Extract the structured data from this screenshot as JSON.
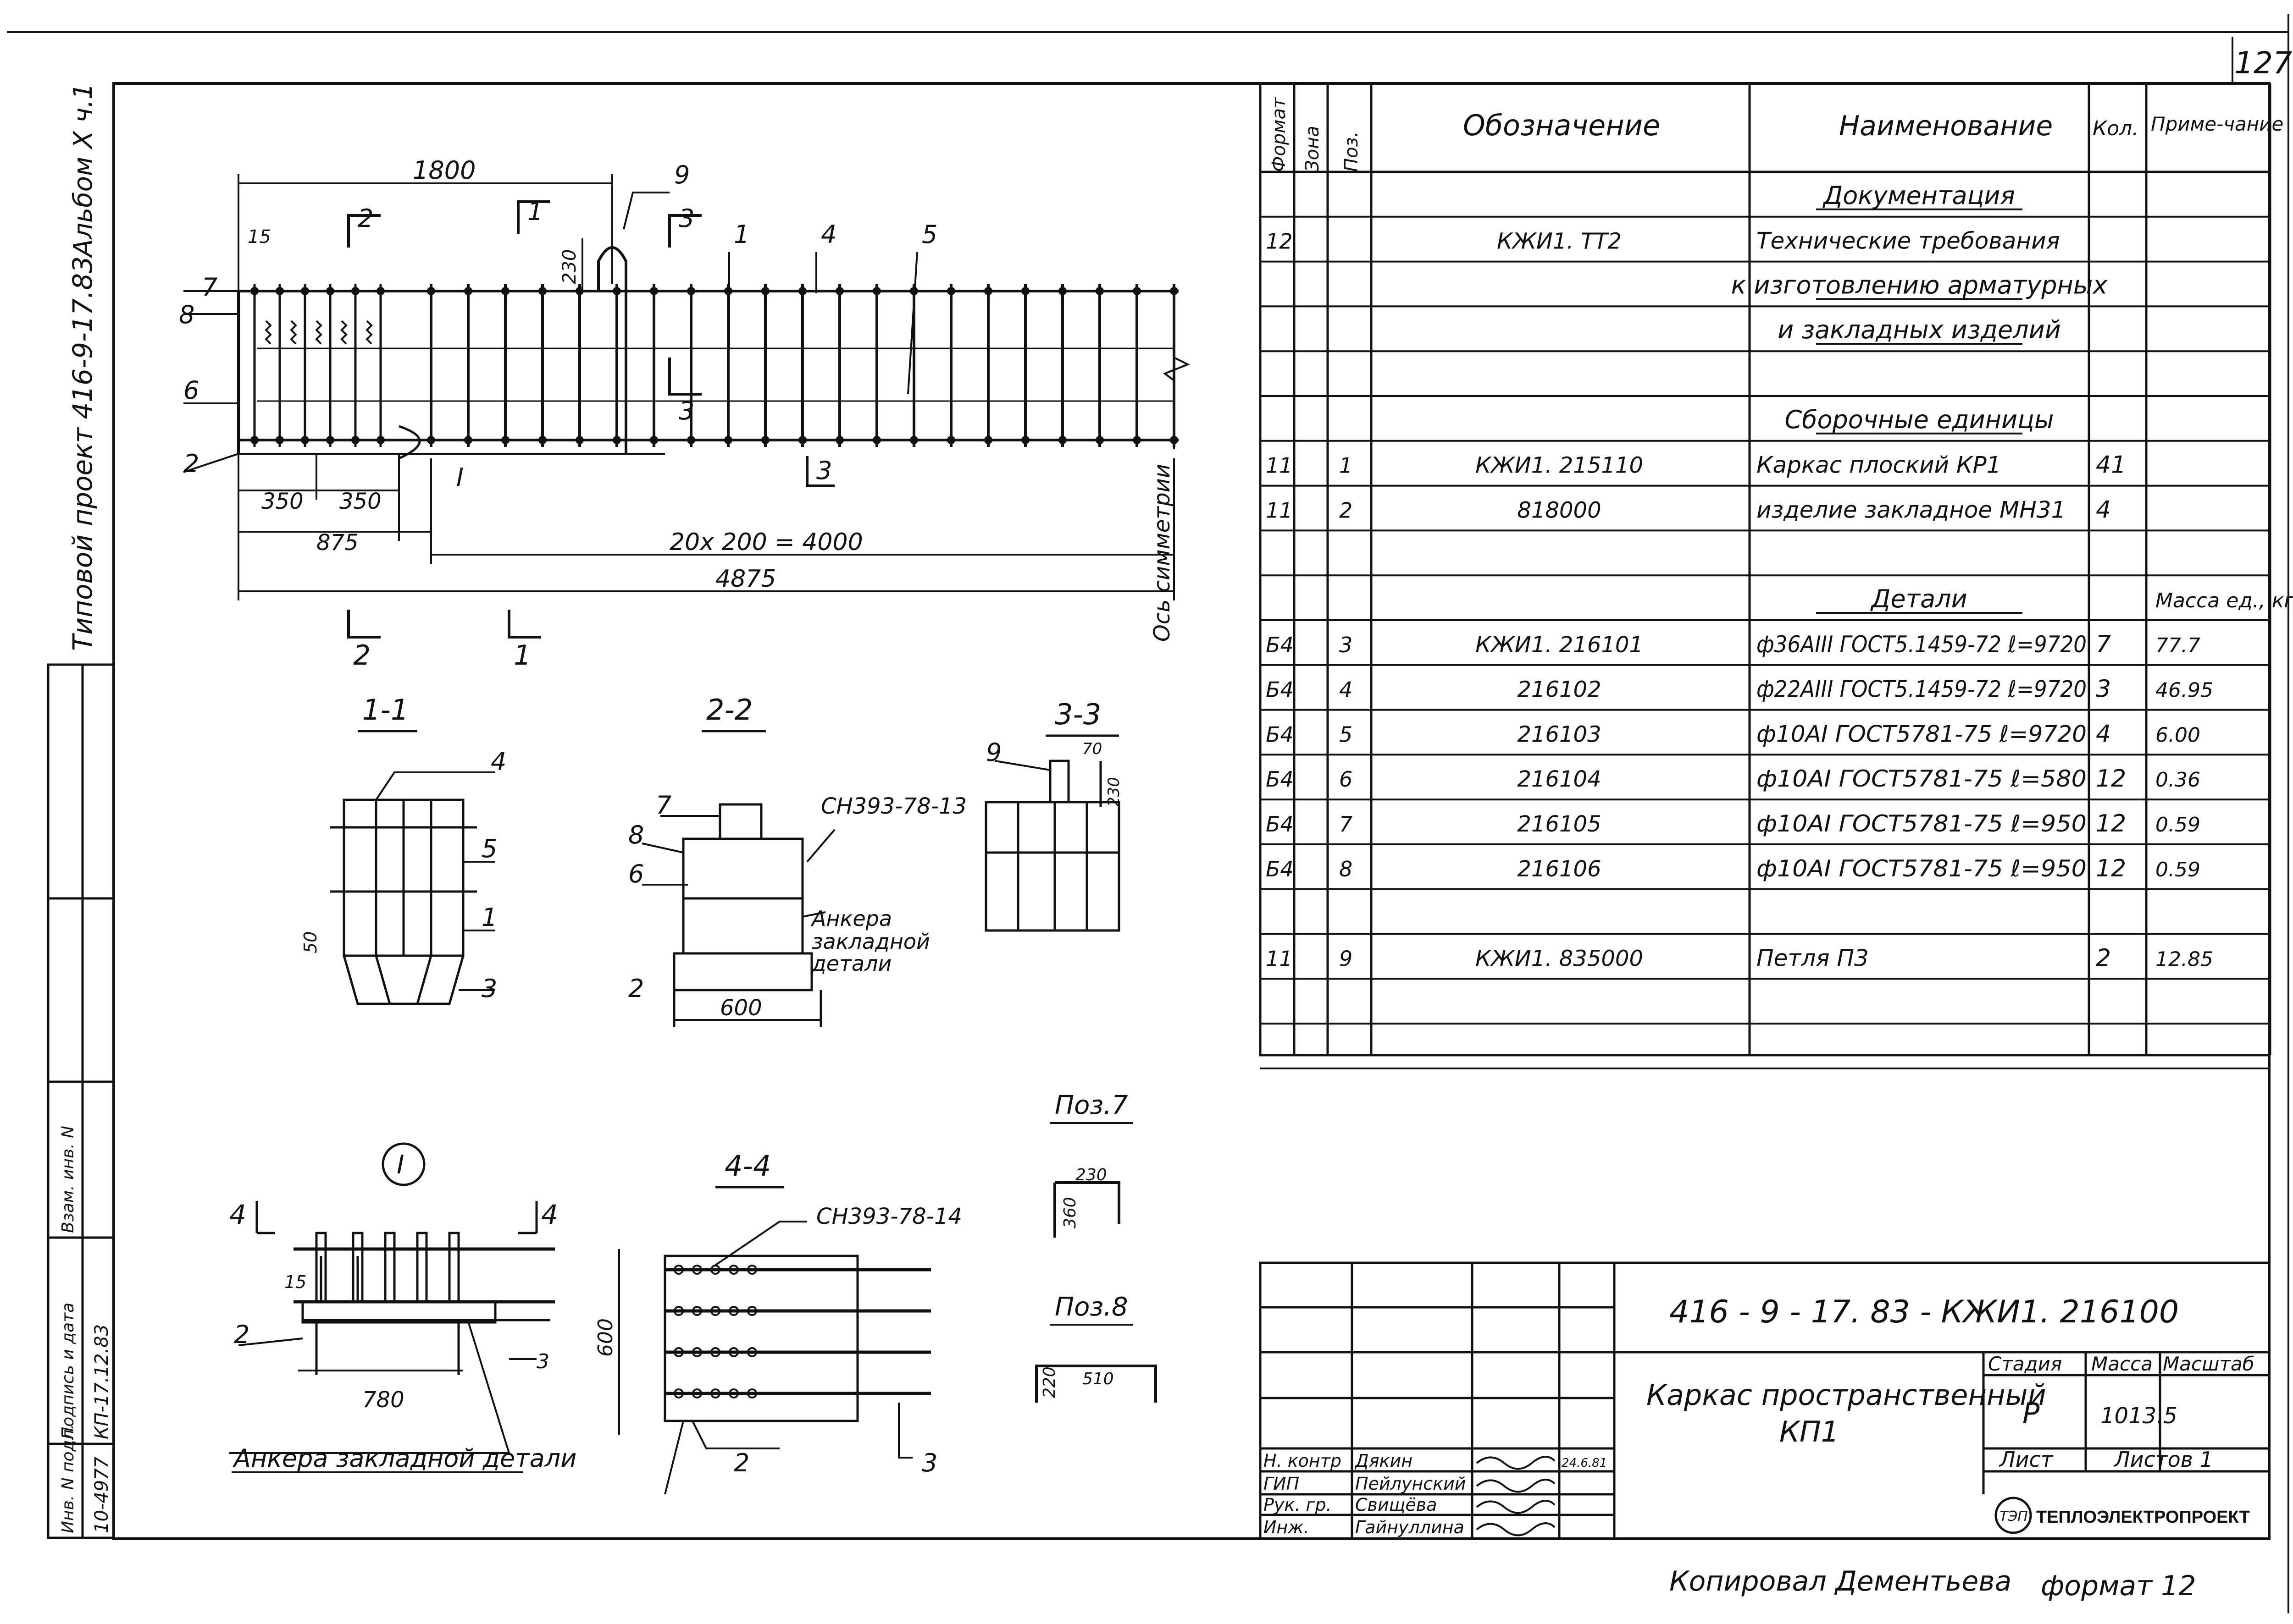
{
  "sheet": {
    "number": "127",
    "side_album": "Альбом Х ч.1",
    "side_project": "Типовой проект 416-9-17.83",
    "copied_by": "Копировал Дементьева",
    "format": "формат 12"
  },
  "side_stamp": {
    "inv_podl_label": "Инв. N подл.",
    "inv_podl_value": "10-4977",
    "podpis_label": "Подпись и дата",
    "podpis_value": "КП-17.12.83",
    "vzam_label": "Взам. инв. N"
  },
  "spec": {
    "headers": {
      "format": "Формат",
      "zone": "Зона",
      "pos": "Поз.",
      "designation": "Обозначение",
      "name": "Наименование",
      "qty": "Кол.",
      "note": "Приме-чание"
    },
    "rows": [
      {
        "format": "",
        "pos": "",
        "designation": "",
        "name": "Документация",
        "qty": "",
        "note": ""
      },
      {
        "format": "12",
        "pos": "",
        "designation": "КЖИ1. ТТ2",
        "name": "Технические требования",
        "qty": "",
        "note": ""
      },
      {
        "format": "",
        "pos": "",
        "designation": "",
        "name": "к изготовлению арматурных",
        "qty": "",
        "note": ""
      },
      {
        "format": "",
        "pos": "",
        "designation": "",
        "name": "и закладных изделий",
        "qty": "",
        "note": ""
      },
      {
        "format": "",
        "pos": "",
        "designation": "",
        "name": "",
        "qty": "",
        "note": ""
      },
      {
        "format": "",
        "pos": "",
        "designation": "",
        "name": "Сборочные единицы",
        "qty": "",
        "note": ""
      },
      {
        "format": "11",
        "pos": "1",
        "designation": "КЖИ1. 215110",
        "name": "Каркас плоский КР1",
        "qty": "41",
        "note": ""
      },
      {
        "format": "11",
        "pos": "2",
        "designation": "818000",
        "name": "изделие закладное МН31",
        "qty": "4",
        "note": ""
      },
      {
        "format": "",
        "pos": "",
        "designation": "",
        "name": "",
        "qty": "",
        "note": ""
      },
      {
        "format": "",
        "pos": "",
        "designation": "",
        "name": "Детали",
        "qty": "",
        "note": "Масса ед., кг"
      },
      {
        "format": "Б4",
        "pos": "3",
        "designation": "КЖИ1. 216101",
        "name": "ф36АIII ГОСТ5.1459-72 ℓ=9720",
        "qty": "7",
        "note": "77.7"
      },
      {
        "format": "Б4",
        "pos": "4",
        "designation": "216102",
        "name": "ф22АIII ГОСТ5.1459-72 ℓ=9720",
        "qty": "3",
        "note": "46.95"
      },
      {
        "format": "Б4",
        "pos": "5",
        "designation": "216103",
        "name": "ф10АI ГОСТ5781-75 ℓ=9720",
        "qty": "4",
        "note": "6.00"
      },
      {
        "format": "Б4",
        "pos": "6",
        "designation": "216104",
        "name": "ф10АI ГОСТ5781-75 ℓ=580",
        "qty": "12",
        "note": "0.36"
      },
      {
        "format": "Б4",
        "pos": "7",
        "designation": "216105",
        "name": "ф10АI ГОСТ5781-75 ℓ=950",
        "qty": "12",
        "note": "0.59"
      },
      {
        "format": "Б4",
        "pos": "8",
        "designation": "216106",
        "name": "ф10АI ГОСТ5781-75 ℓ=950",
        "qty": "12",
        "note": "0.59"
      },
      {
        "format": "",
        "pos": "",
        "designation": "",
        "name": "",
        "qty": "",
        "note": ""
      },
      {
        "format": "11",
        "pos": "9",
        "designation": "КЖИ1. 835000",
        "name": "Петля П3",
        "qty": "2",
        "note": "12.85"
      },
      {
        "format": "",
        "pos": "",
        "designation": "",
        "name": "",
        "qty": "",
        "note": ""
      },
      {
        "format": "",
        "pos": "",
        "designation": "",
        "name": "",
        "qty": "",
        "note": ""
      }
    ]
  },
  "title_block": {
    "doc_code": "416 - 9 - 17. 83 - КЖИ1. 216100",
    "title_line1": "Каркас пространственный",
    "title_line2": "КП1",
    "stage_label": "Стадия",
    "mass_label": "Масса",
    "scale_label": "Масштаб",
    "stage_value": "Р",
    "mass_value": "1013.5",
    "sheet_label": "Лист",
    "sheets_label": "Листов 1",
    "org": "ТЕПЛОЭЛЕКТРОПРОЕКТ",
    "org_emblem": "ТЭП",
    "signatures": [
      {
        "role": "Н. контр",
        "name": "Дякин",
        "date": "24.6.81"
      },
      {
        "role": "ГИП",
        "name": "Пейлунский",
        "date": ""
      },
      {
        "role": "Рук. гр.",
        "name": "Свищёва",
        "date": ""
      },
      {
        "role": "Инж.",
        "name": "Гайнуллина",
        "date": ""
      }
    ]
  },
  "plan": {
    "dim_1800": "1800",
    "dim_15": "15",
    "dim_230": "230",
    "dim_350a": "350",
    "dim_350b": "350",
    "dim_875": "875",
    "dim_span": "20х 200 = 4000",
    "dim_4875": "4875",
    "axis_label": "Ось симметрии",
    "marks": [
      "9",
      "2",
      "1",
      "3",
      "1",
      "4",
      "5",
      "7",
      "8",
      "6",
      "2",
      "3",
      "3",
      "I",
      "2",
      "1"
    ]
  },
  "sections": {
    "s11": {
      "title": "1-1",
      "marks": [
        "4",
        "5",
        "1",
        "3"
      ],
      "dim": "50"
    },
    "s22": {
      "title": "2-2",
      "marks": [
        "7",
        "8",
        "6",
        "2"
      ],
      "note": "СН393-78-13",
      "anchor1": "Анкера",
      "anchor2": "закладной",
      "anchor3": "детали",
      "dim": "600"
    },
    "s33": {
      "title": "3-3",
      "marks": [
        "9"
      ],
      "dim1": "70",
      "dim2": "230"
    },
    "detail": {
      "title": "I",
      "marks": [
        "4",
        "4",
        "2",
        "3"
      ],
      "dim15": "15",
      "dim": "780",
      "anchor": "Анкера закладной детали"
    },
    "s44": {
      "title": "4-4",
      "note": "СН393-78-14",
      "dim": "600",
      "marks": [
        "2",
        "3"
      ]
    },
    "pos7": {
      "title": "Поз.7",
      "d1": "230",
      "d2": "360"
    },
    "pos8": {
      "title": "Поз.8",
      "d1": "220",
      "d2": "510"
    }
  }
}
